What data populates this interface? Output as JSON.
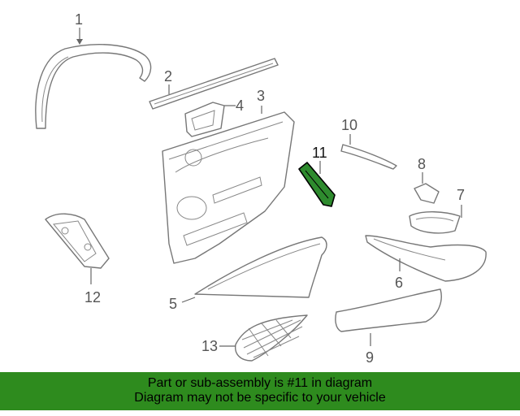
{
  "diagram": {
    "callouts": [
      {
        "id": "1",
        "label": "1"
      },
      {
        "id": "2",
        "label": "2"
      },
      {
        "id": "3",
        "label": "3"
      },
      {
        "id": "4",
        "label": "4"
      },
      {
        "id": "5",
        "label": "5"
      },
      {
        "id": "6",
        "label": "6"
      },
      {
        "id": "7",
        "label": "7"
      },
      {
        "id": "8",
        "label": "8"
      },
      {
        "id": "9",
        "label": "9"
      },
      {
        "id": "10",
        "label": "10"
      },
      {
        "id": "11",
        "label": "11"
      },
      {
        "id": "12",
        "label": "12"
      },
      {
        "id": "13",
        "label": "13"
      }
    ],
    "highlighted_part": "11",
    "highlight_color": "#2e8b2e"
  },
  "banner": {
    "line1": "Part or sub-assembly is #11 in diagram",
    "line2": "Diagram may not be specific to your vehicle",
    "background": "#2e8b1e"
  }
}
